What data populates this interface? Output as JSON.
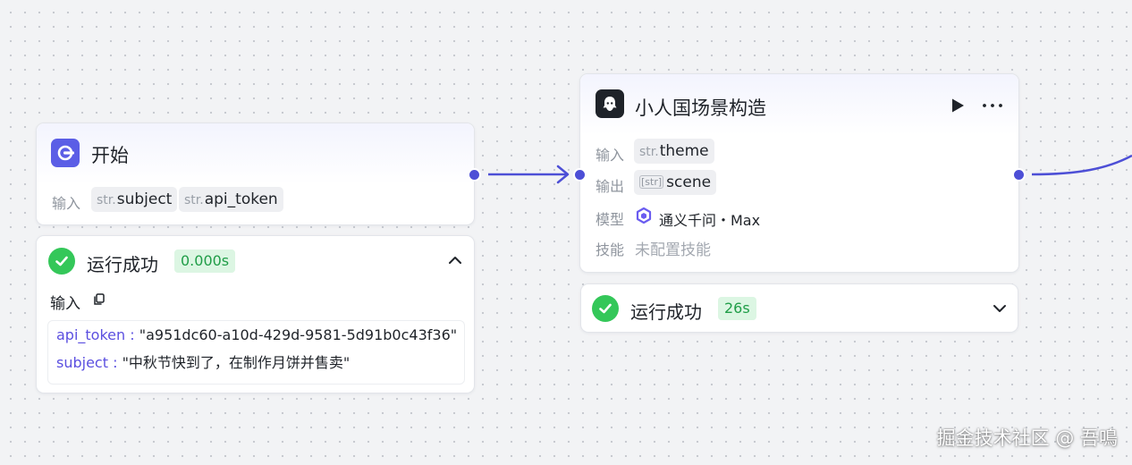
{
  "colors": {
    "accent": "#4d4fd6",
    "success": "#34c759",
    "badge_bg": "#dcf6e3",
    "badge_text": "#1f9d47"
  },
  "start_node": {
    "title": "开始",
    "icon": "start-logo-icon",
    "input_label": "输入",
    "inputs": [
      {
        "type": "str.",
        "name": "subject"
      },
      {
        "type": "str.",
        "name": "api_token"
      }
    ]
  },
  "start_result": {
    "status": "运行成功",
    "duration": "0.000s",
    "section_title": "输入",
    "entries": [
      {
        "key": "api_token :",
        "value": "\"a951dc60-a10d-429d-9581-5d91b0c43f36\""
      },
      {
        "key": "subject :",
        "value": "\"中秋节快到了，在制作月饼并售卖\""
      }
    ]
  },
  "scene_node": {
    "title": "小人国场景构造",
    "icon": "agent-logo-icon",
    "input_label": "输入",
    "input": {
      "type": "str.",
      "name": "theme"
    },
    "output_label": "输出",
    "output": {
      "type": "[str]",
      "name": "scene"
    },
    "model_label": "模型",
    "model": "通义千问・Max",
    "skill_label": "技能",
    "skill": "未配置技能"
  },
  "scene_result": {
    "status": "运行成功",
    "duration": "26s"
  },
  "watermark": "掘金技术社区 @ 吾鳴"
}
